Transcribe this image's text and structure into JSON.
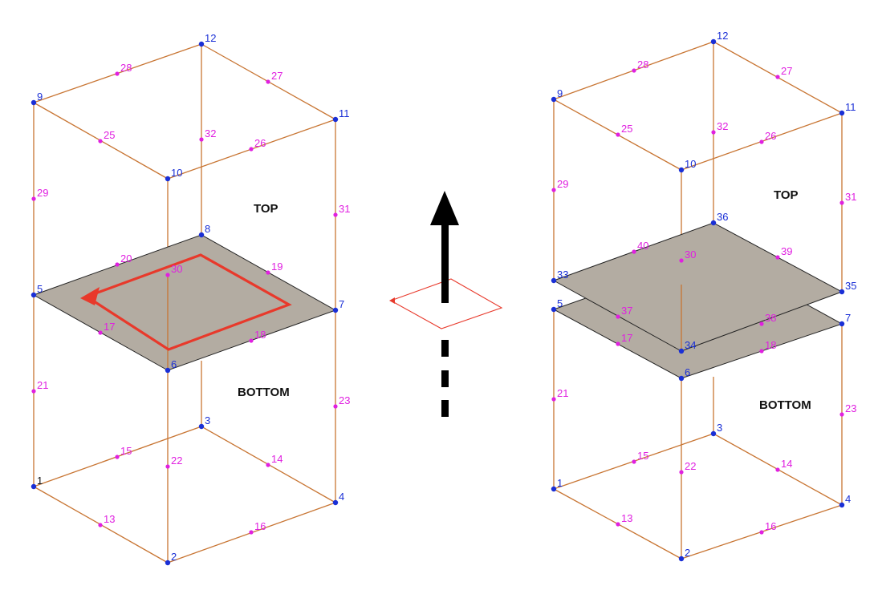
{
  "colors": {
    "edge": "#c87533",
    "corner_node": "#1a2fd6",
    "mid_node": "#e020e0",
    "face_fill": "#b3aca2",
    "annotation": "#e8392b",
    "arrow": "#000000",
    "first_node_label": "#111111"
  },
  "labels": {
    "top": "TOP",
    "bottom": "BOTTOM"
  },
  "left_model": {
    "nodes": [
      {
        "id": "1",
        "kind": "corner"
      },
      {
        "id": "2",
        "kind": "corner"
      },
      {
        "id": "3",
        "kind": "corner"
      },
      {
        "id": "4",
        "kind": "corner"
      },
      {
        "id": "5",
        "kind": "corner"
      },
      {
        "id": "6",
        "kind": "corner"
      },
      {
        "id": "7",
        "kind": "corner"
      },
      {
        "id": "8",
        "kind": "corner"
      },
      {
        "id": "9",
        "kind": "corner"
      },
      {
        "id": "10",
        "kind": "corner"
      },
      {
        "id": "11",
        "kind": "corner"
      },
      {
        "id": "12",
        "kind": "corner"
      },
      {
        "id": "13",
        "kind": "mid"
      },
      {
        "id": "14",
        "kind": "mid"
      },
      {
        "id": "15",
        "kind": "mid"
      },
      {
        "id": "16",
        "kind": "mid"
      },
      {
        "id": "17",
        "kind": "mid"
      },
      {
        "id": "18",
        "kind": "mid"
      },
      {
        "id": "19",
        "kind": "mid"
      },
      {
        "id": "20",
        "kind": "mid"
      },
      {
        "id": "21",
        "kind": "mid"
      },
      {
        "id": "22",
        "kind": "mid"
      },
      {
        "id": "23",
        "kind": "mid"
      },
      {
        "id": "25",
        "kind": "mid"
      },
      {
        "id": "26",
        "kind": "mid"
      },
      {
        "id": "27",
        "kind": "mid"
      },
      {
        "id": "28",
        "kind": "mid"
      },
      {
        "id": "29",
        "kind": "mid"
      },
      {
        "id": "30",
        "kind": "mid"
      },
      {
        "id": "31",
        "kind": "mid"
      },
      {
        "id": "32",
        "kind": "mid"
      }
    ]
  },
  "right_model": {
    "nodes": [
      {
        "id": "1",
        "kind": "corner"
      },
      {
        "id": "2",
        "kind": "corner"
      },
      {
        "id": "3",
        "kind": "corner"
      },
      {
        "id": "4",
        "kind": "corner"
      },
      {
        "id": "5",
        "kind": "corner"
      },
      {
        "id": "6",
        "kind": "corner"
      },
      {
        "id": "7",
        "kind": "corner"
      },
      {
        "id": "9",
        "kind": "corner"
      },
      {
        "id": "10",
        "kind": "corner"
      },
      {
        "id": "11",
        "kind": "corner"
      },
      {
        "id": "12",
        "kind": "corner"
      },
      {
        "id": "33",
        "kind": "corner"
      },
      {
        "id": "34",
        "kind": "corner"
      },
      {
        "id": "35",
        "kind": "corner"
      },
      {
        "id": "36",
        "kind": "corner"
      },
      {
        "id": "13",
        "kind": "mid"
      },
      {
        "id": "14",
        "kind": "mid"
      },
      {
        "id": "15",
        "kind": "mid"
      },
      {
        "id": "16",
        "kind": "mid"
      },
      {
        "id": "17",
        "kind": "mid"
      },
      {
        "id": "18",
        "kind": "mid"
      },
      {
        "id": "21",
        "kind": "mid"
      },
      {
        "id": "22",
        "kind": "mid"
      },
      {
        "id": "23",
        "kind": "mid"
      },
      {
        "id": "25",
        "kind": "mid"
      },
      {
        "id": "26",
        "kind": "mid"
      },
      {
        "id": "27",
        "kind": "mid"
      },
      {
        "id": "28",
        "kind": "mid"
      },
      {
        "id": "29",
        "kind": "mid"
      },
      {
        "id": "30",
        "kind": "mid"
      },
      {
        "id": "31",
        "kind": "mid"
      },
      {
        "id": "32",
        "kind": "mid"
      },
      {
        "id": "37",
        "kind": "mid"
      },
      {
        "id": "38",
        "kind": "mid"
      },
      {
        "id": "39",
        "kind": "mid"
      },
      {
        "id": "40",
        "kind": "mid"
      }
    ]
  }
}
